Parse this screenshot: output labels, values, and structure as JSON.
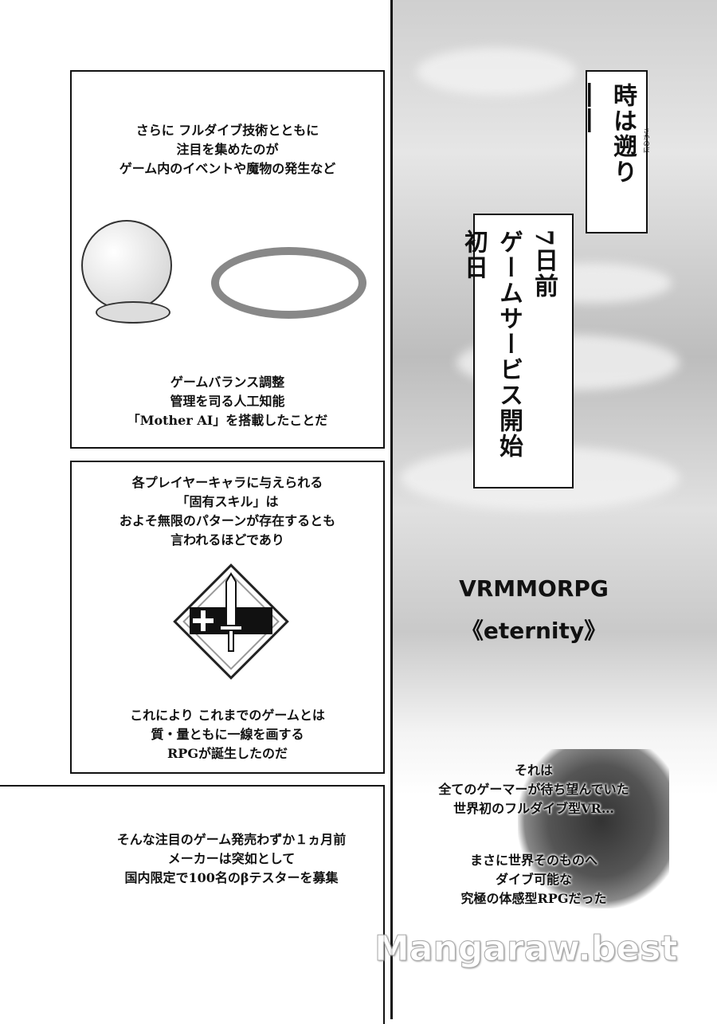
{
  "panel1": {
    "lines_top": [
      "さらに フルダイブ技術とともに",
      "注目を集めたのが",
      "ゲーム内のイベントや魔物の発生など"
    ],
    "lines_bottom": [
      "ゲームバランス調整",
      "管理を司る人工知能",
      "「Mother AI」を搭載したことだ"
    ]
  },
  "panel2": {
    "lines_top": [
      "各プレイヤーキャラに与えられる",
      "「固有スキル」は",
      "およそ無限のパターンが存在するとも",
      "言われるほどであり"
    ],
    "lines_bottom": [
      "これにより これまでのゲームとは",
      "質・量ともに一線を画する",
      "RPGが誕生したのだ"
    ]
  },
  "panel3": {
    "lines": [
      "そんな注目のゲーム発売わずか１ヵ月前",
      "メーカーは突如として",
      "国内限定で100名のβテスターを募集"
    ]
  },
  "right": {
    "vbox1": "時は遡り――",
    "vbox1_ruby": "さかのぼ",
    "vbox2_line1": "7日前",
    "vbox2_line2": "ゲームサービス開始初日",
    "title1": "VRMMORPG",
    "title2": "《eternity》",
    "lines_a": [
      "それは",
      "全てのゲーマーが待ち望んでいた",
      "世界初のフルダイブ型VR…"
    ],
    "lines_b": [
      "まさに世界そのものへ",
      "ダイブ可能な",
      "究極の体感型RPGだった"
    ]
  },
  "watermark": "Mangaraw.best"
}
